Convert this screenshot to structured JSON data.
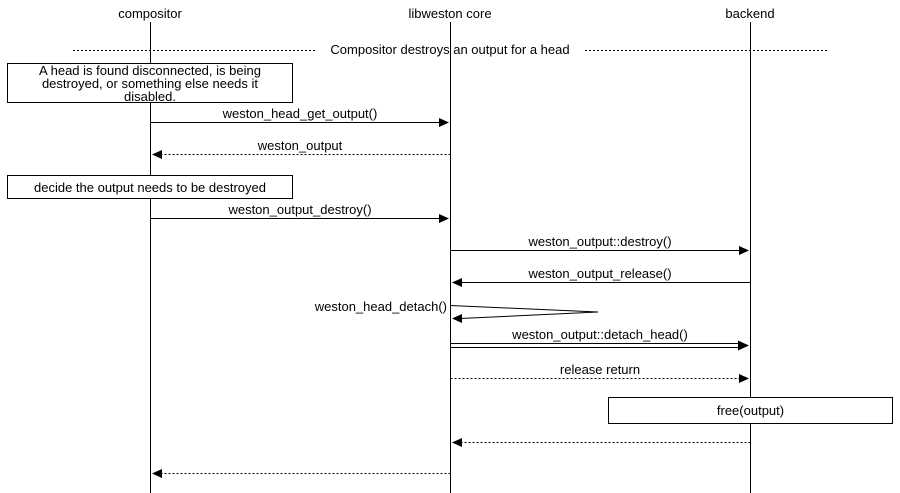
{
  "diagram": {
    "kind": "sequence-diagram",
    "colors": {
      "line": "#000000",
      "background": "#ffffff",
      "text": "#000000"
    },
    "actors": [
      {
        "label": "compositor"
      },
      {
        "label": "libweston core"
      },
      {
        "label": "backend"
      }
    ],
    "divider": {
      "label": "Compositor destroys an output for a head"
    },
    "notes": [
      {
        "lines": [
          "A head is found disconnected, is being",
          "destroyed, or something else needs it",
          "disabled."
        ]
      },
      {
        "lines": [
          "decide the output needs to be destroyed"
        ]
      },
      {
        "lines": [
          "free(output)"
        ]
      }
    ],
    "messages": [
      {
        "label": "weston_head_get_output()",
        "from": "compositor",
        "to": "libweston core",
        "style": "solid"
      },
      {
        "label": "weston_output",
        "from": "libweston core",
        "to": "compositor",
        "style": "dotted"
      },
      {
        "label": "weston_output_destroy()",
        "from": "compositor",
        "to": "libweston core",
        "style": "solid"
      },
      {
        "label": "weston_output::destroy()",
        "from": "libweston core",
        "to": "backend",
        "style": "solid"
      },
      {
        "label": "weston_output_release()",
        "from": "backend",
        "to": "libweston core",
        "style": "solid"
      },
      {
        "label": "weston_head_detach()",
        "from": "libweston core",
        "to": "libweston core",
        "style": "self"
      },
      {
        "label": "weston_output::detach_head()",
        "from": "libweston core",
        "to": "backend",
        "style": "double"
      },
      {
        "label": "release return",
        "from": "libweston core",
        "to": "backend",
        "style": "dotted"
      },
      {
        "label": "",
        "from": "backend",
        "to": "libweston core",
        "style": "dotted"
      },
      {
        "label": "",
        "from": "libweston core",
        "to": "compositor",
        "style": "dotted"
      }
    ]
  }
}
